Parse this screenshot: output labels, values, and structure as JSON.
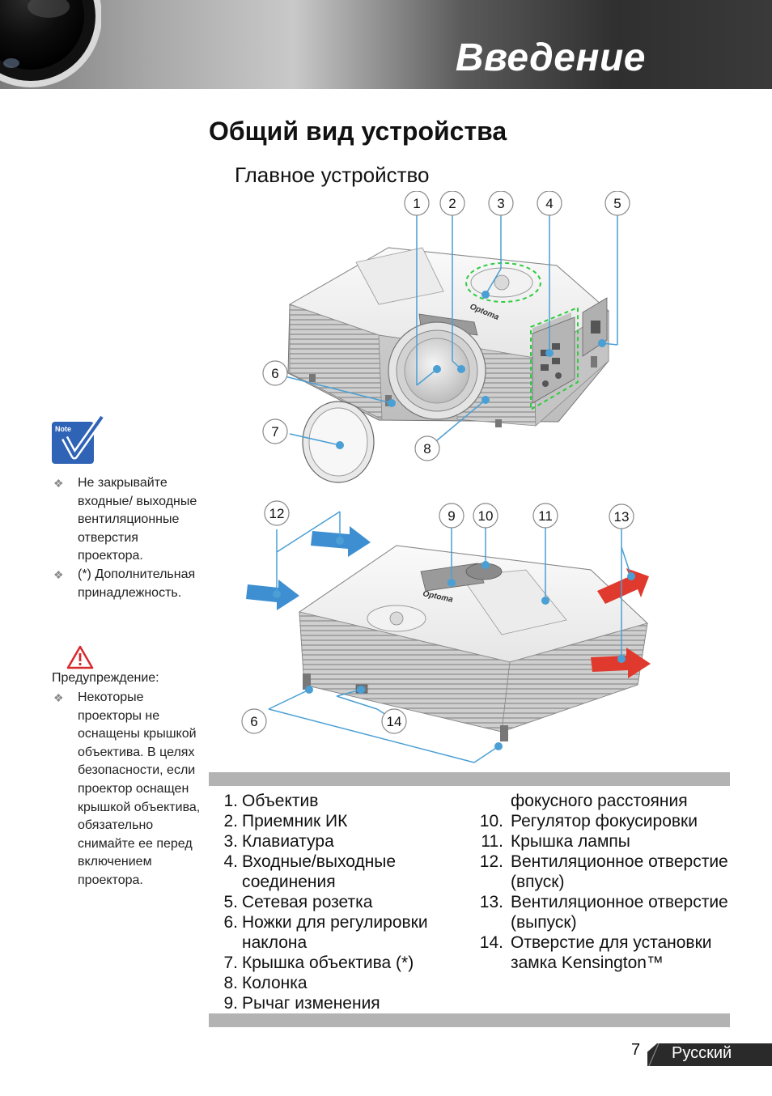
{
  "header": {
    "title": "Введение"
  },
  "section_title": "Общий вид устройства",
  "subsection_title": "Главное устройство",
  "note_icon_label": "Note",
  "notes": [
    {
      "bullet": "❖",
      "text": "Не закрывайте входные/ выходные вентиляционные отверстия проектора."
    },
    {
      "bullet": "❖",
      "text": "(*) Дополнительная принадлежность."
    }
  ],
  "warning": {
    "label": "Предупреждение:",
    "items": [
      {
        "bullet": "❖",
        "text": "Некоторые проекторы не оснащены крышкой объектива. В целях безопасности, если проектор оснащен крышкой объектива, обязательно снимайте ее перед включением проектора."
      }
    ]
  },
  "diagram": {
    "callouts": [
      "1",
      "2",
      "3",
      "4",
      "5",
      "6",
      "7",
      "8",
      "9",
      "10",
      "11",
      "12",
      "13",
      "6",
      "14"
    ],
    "brand": "Optoma",
    "colors": {
      "callout_line": "#4a9fd4",
      "io_highlight": "#2ecc40",
      "intake_arrow": "#3d8fd1",
      "exhaust_arrow": "#e03a2f"
    }
  },
  "parts_left": [
    {
      "n": "1.",
      "t": "Объектив"
    },
    {
      "n": "2.",
      "t": "Приемник ИК"
    },
    {
      "n": "3.",
      "t": "Клавиатура"
    },
    {
      "n": "4.",
      "t": "Входные/выходные соединения"
    },
    {
      "n": "5.",
      "t": "Сетевая розетка"
    },
    {
      "n": "6.",
      "t": "Ножки для регулировки наклона"
    },
    {
      "n": "7.",
      "t": "Крышка объектива (*)"
    },
    {
      "n": "8.",
      "t": "Колонка"
    },
    {
      "n": "9.",
      "t": "Рычаг изменения"
    }
  ],
  "parts_right_cont": "фокусного расстояния",
  "parts_right": [
    {
      "n": "10.",
      "t": "Регулятор фокусировки"
    },
    {
      "n": "11.",
      "t": "Крышка лампы"
    },
    {
      "n": "12.",
      "t": "Вентиляционное отверстие (впуск)"
    },
    {
      "n": "13.",
      "t": "Вентиляционное отверстие (выпуск)"
    },
    {
      "n": "14.",
      "t": "Отверстие для установки замка Kensington™"
    }
  ],
  "footer": {
    "page_number": "7",
    "language": "Русский"
  }
}
